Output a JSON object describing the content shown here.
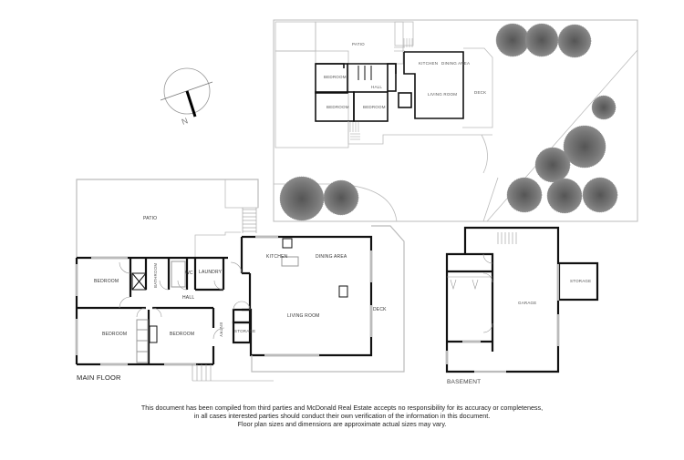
{
  "compass": {
    "label": "N"
  },
  "site_plan": {
    "labels": {
      "patio": "PATIO",
      "bedroom_1": "BEDROOM",
      "bedroom_2": "BEDROOM",
      "bedroom_3": "BEDROOM",
      "hall": "HALL",
      "kitchen": "KITCHEN",
      "dining": "DINING AREA",
      "living": "LIVING ROOM",
      "deck": "DECK"
    }
  },
  "main_floor": {
    "title": "MAIN FLOOR",
    "rooms": {
      "patio": "PATIO",
      "bedroom_top": "BEDROOM",
      "bathroom": "BATHROOM",
      "wc": "WC",
      "laundry": "LAUNDRY",
      "hall": "HALL",
      "bedroom_bottom_left": "BEDROOM",
      "bedroom_bottom_right": "BEDROOM",
      "entry": "ENTRY",
      "storage": "STORAGE",
      "kitchen": "KITCHEN",
      "dining": "DINING AREA",
      "living": "LIVING ROOM",
      "deck": "DECK"
    }
  },
  "basement": {
    "title": "BASEMENT",
    "rooms": {
      "garage": "GARAGE",
      "storage": "STORAGE"
    }
  },
  "disclaimer": {
    "line1": "This document has been compiled from third parties and McDonald Real Estate accepts no responsibility for its accuracy or completeness,",
    "line2": "in all cases interested parties should conduct their own verification of the information in this document.",
    "line3": "Floor plan sizes and dimensions are approximate actual sizes may vary."
  },
  "colors": {
    "wall": "#111111",
    "outline": "#b5b5b5",
    "tree": "#6e6e6e",
    "text": "#333333"
  }
}
